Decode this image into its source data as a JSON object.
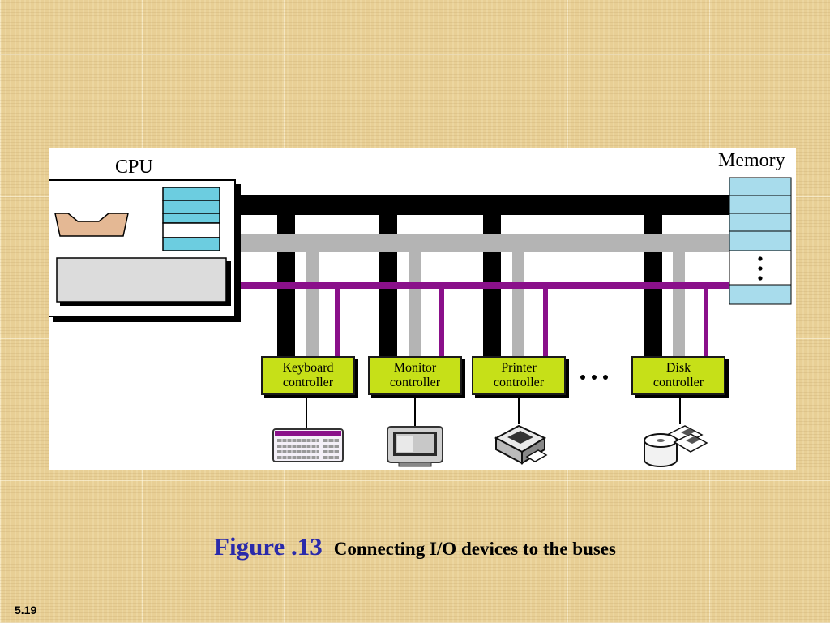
{
  "figure": {
    "cpu_label": "CPU",
    "memory_label": "Memory",
    "controllers": [
      {
        "line1": "Keyboard",
        "line2": "controller",
        "device_icon": "keyboard-icon"
      },
      {
        "line1": "Monitor",
        "line2": "controller",
        "device_icon": "monitor-icon"
      },
      {
        "line1": "Printer",
        "line2": "controller",
        "device_icon": "printer-icon"
      },
      {
        "line1": "Disk",
        "line2": "controller",
        "device_icon": "disk-drive-icon"
      }
    ],
    "bus_colors": {
      "data_bus": "#000000",
      "address_bus": "#b4b4b4",
      "control_bus": "#8a108a"
    },
    "controller_color": "#c6e018",
    "memory_color": "#a8dcec"
  },
  "caption": {
    "figure_number": "Figure .13",
    "text": "Connecting I/O devices to the buses"
  },
  "slide_number": "5.19"
}
